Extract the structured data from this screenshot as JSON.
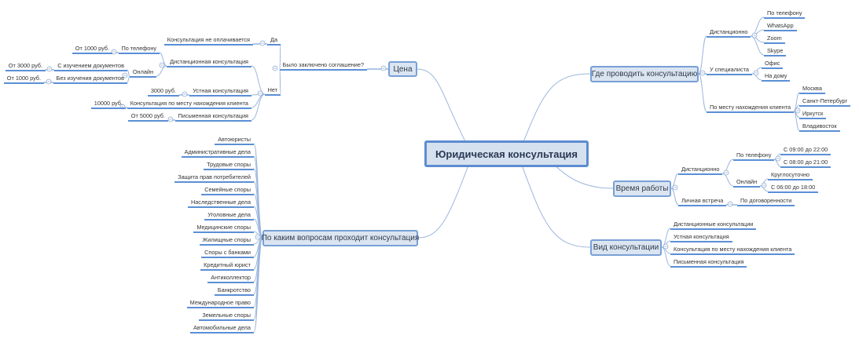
{
  "central": "Юридическая консультация",
  "price": {
    "title": "Цена",
    "agreement": "Было заключено соглашение?",
    "yes": "Да",
    "yes_result": "Консультация не оплачивается",
    "no": "Нет",
    "remote": "Дистанционная консультация",
    "phone": "По телефону",
    "phone_price": "От 1000 руб.",
    "online": "Онлайн",
    "with_docs": "С изучением документов",
    "with_docs_price": "От 3000 руб.",
    "without_docs": "Без изучения документов",
    "without_docs_price": "От 1000 руб.",
    "oral": "Устная консультация",
    "oral_price": "3000 руб.",
    "onsite": "Консультация по месту нахождения клиента",
    "onsite_price": "10000 руб.",
    "written": "Письменная консультация",
    "written_price": "От 5000 руб."
  },
  "where": {
    "title": "Где проводить консультацию",
    "remote": "Дистанционно",
    "remote_items": [
      "По телефону",
      "WhatsApp",
      "Zoom",
      "Skype"
    ],
    "specialist": "У специалиста",
    "specialist_items": [
      "Офис",
      "На дому"
    ],
    "client_place": "По месту нахождения клиента",
    "cities": [
      "Москва",
      "Санкт-Петербург",
      "Иркутск",
      "Владивосток"
    ]
  },
  "hours": {
    "title": "Время работы",
    "remote": "Дистанционно",
    "phone": "По телефону",
    "phone_items": [
      "С 09:00 до 22:00",
      "С 08:00 до 21:00"
    ],
    "online": "Онлайн",
    "online_items": [
      "Круглосуточно",
      "С 06:00 до 18:00"
    ],
    "personal": "Личная встреча",
    "personal_value": "По договоренности"
  },
  "types": {
    "title": "Вид консультации",
    "items": [
      "Дистанционные консультации",
      "Устная консультация",
      "Консультация по месту нахождения клиента",
      "Письменная консультация"
    ]
  },
  "questions": {
    "title": "По каким вопросам проходит консультация",
    "items": [
      "Автоюристы",
      "Административные дела",
      "Трудовые споры",
      "Защита прав потребителей",
      "Семейные споры",
      "Наследственные дела",
      "Уголовные дела",
      "Медицинские споры",
      "Жилищные споры",
      "Споры с банками",
      "Кредитный юрист",
      "Антиколлектор",
      "Банкротство",
      "Международное право",
      "Земельные споры",
      "Автомобильные дела"
    ]
  },
  "colors": {
    "branch_line": "#5b8fd6",
    "topic_fill": "#dbe5f1",
    "topic_border": "#78a0d6",
    "connector": "#9bb7df"
  }
}
